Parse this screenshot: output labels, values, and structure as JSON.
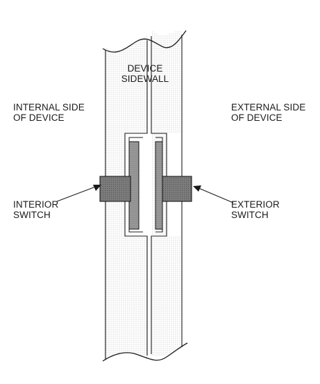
{
  "labels": {
    "device_sidewall": [
      "DEVICE",
      "SIDEWALL"
    ],
    "internal_side": [
      "INTERNAL SIDE",
      "OF DEVICE"
    ],
    "external_side": [
      "EXTERNAL SIDE",
      "OF DEVICE"
    ],
    "interior_switch": [
      "INTERIOR",
      "SWITCH"
    ],
    "exterior_switch": [
      "EXTERIOR",
      "SWITCH"
    ]
  },
  "colors": {
    "line": "#1a1a1a",
    "switch_fill": "#7a7a7a",
    "background": "#ffffff"
  }
}
